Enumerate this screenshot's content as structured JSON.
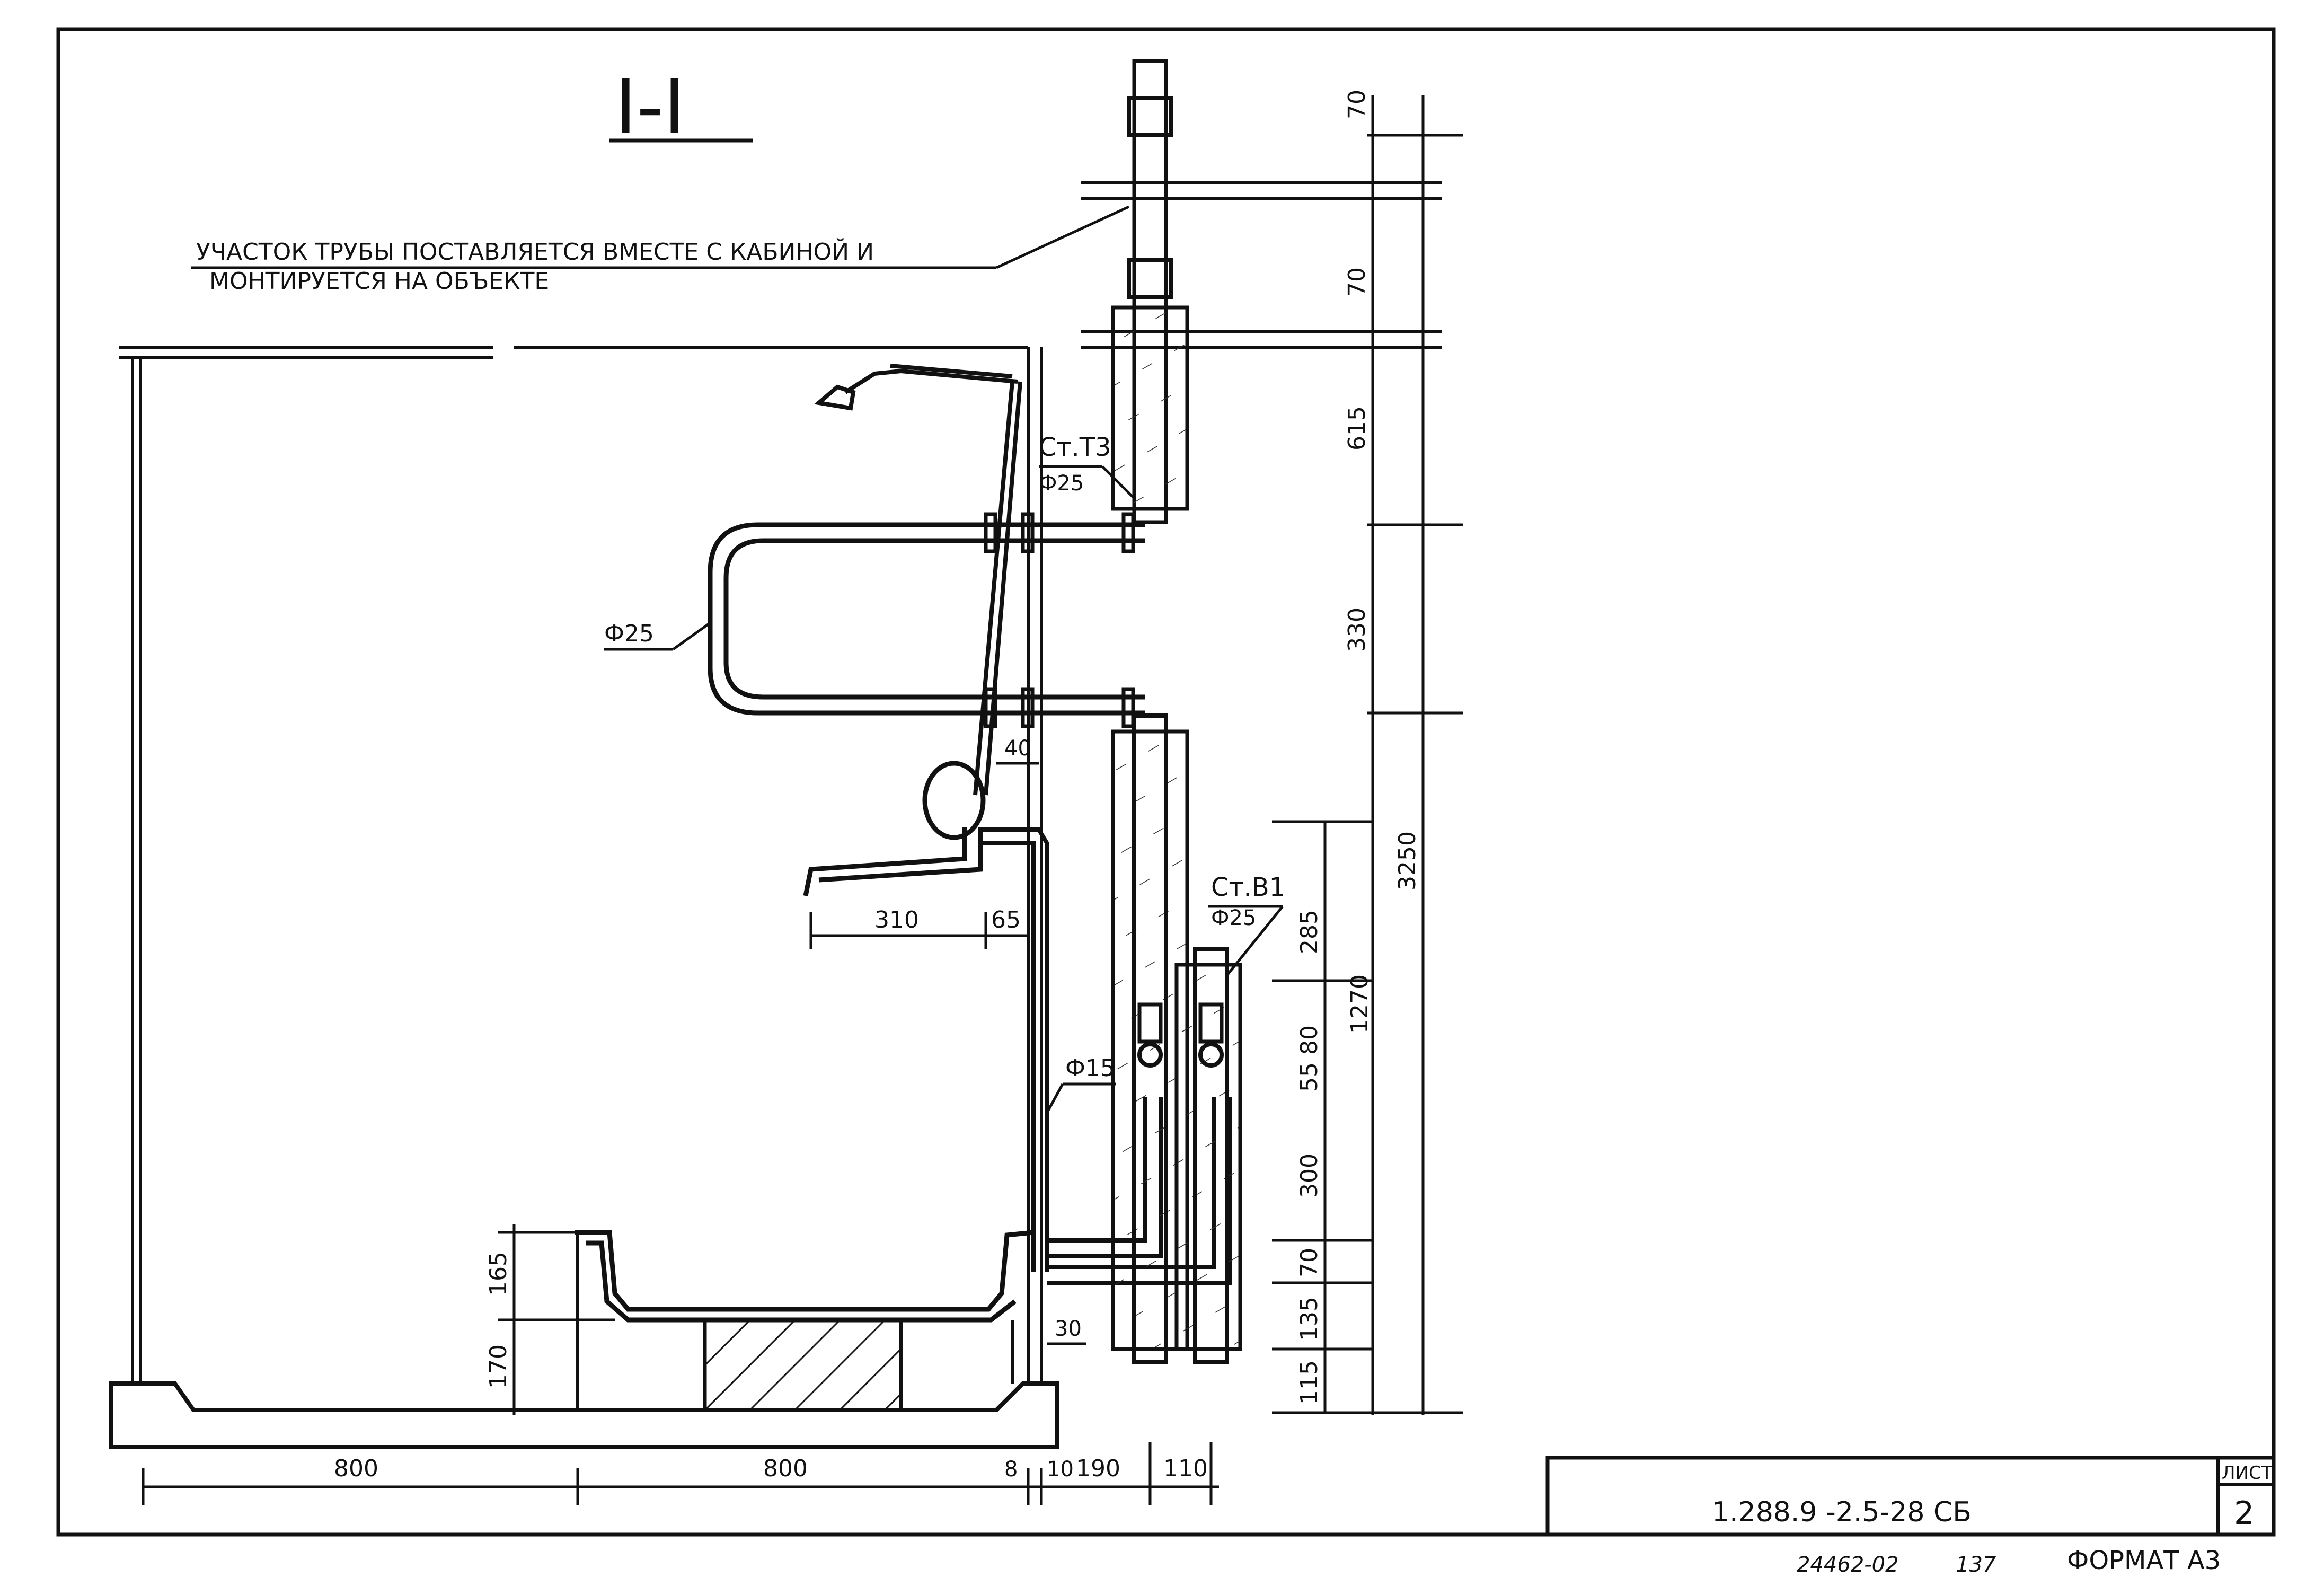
{
  "section_title": "I-I",
  "note_line1": "УЧАСТОК ТРУБЫ ПОСТАВЛЯЕТСЯ ВМЕСТЕ С КАБИНОЙ   И",
  "note_line2": "МОНТИРУЕТСЯ НА ОБЪЕКТЕ",
  "riser_t3": {
    "name": "Ст.Т3",
    "dia": "Ф25"
  },
  "riser_b1": {
    "name": "Ст.В1",
    "dia": "Ф25"
  },
  "pipe_loop_dia": "Ф25",
  "pipe_supply_dia": "Ф15",
  "dims_vertical_right": [
    "70",
    "70",
    "615",
    "330",
    "1270",
    "285",
    "80",
    "55",
    "300",
    "70",
    "135",
    "115"
  ],
  "dim_total": "3250",
  "dims_bath": [
    "165",
    "170"
  ],
  "dims_mixer": [
    "40",
    "310",
    "65",
    "30"
  ],
  "dims_bottom": [
    "800",
    "800",
    "8",
    "10",
    "190",
    "110"
  ],
  "title_block": {
    "designation": "1.288.9 -2.5-28  СБ",
    "sheet_label": "ЛИСТ",
    "sheet_number": "2"
  },
  "footer": {
    "doc_no": "24462-02",
    "page": "137",
    "format": "ФОРМАТ А3"
  }
}
